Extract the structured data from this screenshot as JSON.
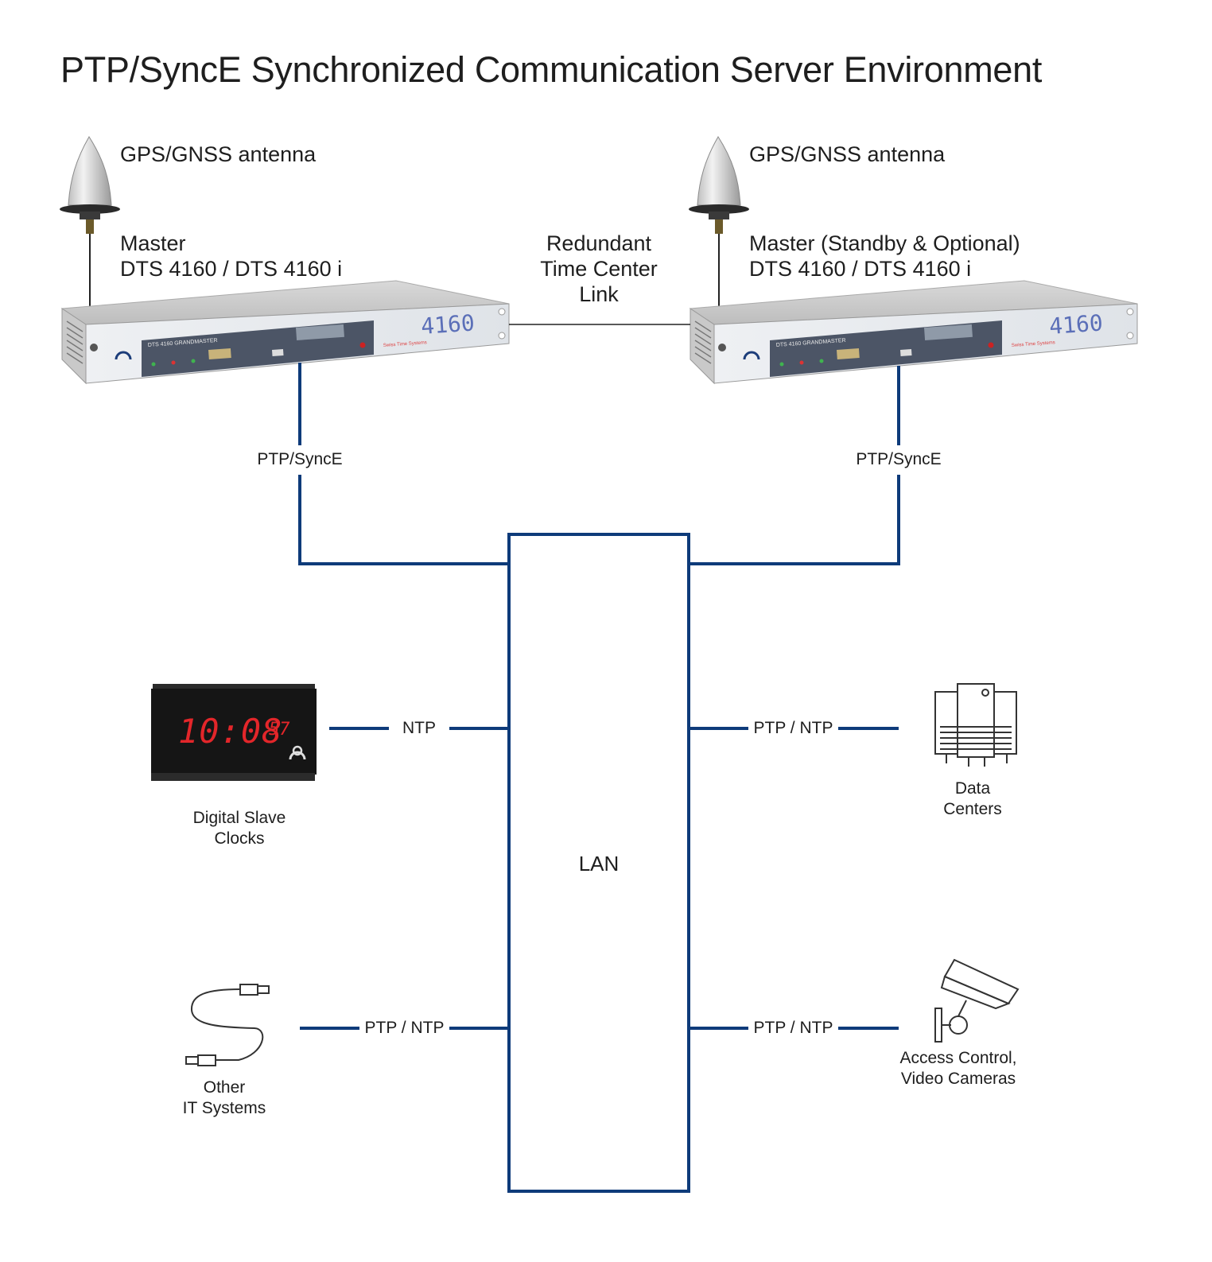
{
  "title": "PTP/SyncE Synchronized Communication Server Environment",
  "antenna_left": {
    "label": "GPS/GNSS antenna"
  },
  "antenna_right": {
    "label": "GPS/GNSS antenna"
  },
  "master_left": {
    "line1": "Master",
    "line2": "DTS 4160 / DTS 4160 i",
    "panel_label": "DTS 4160 GRANDMASTER",
    "display_digits": "4160",
    "brand_text": "Swiss Time Systems"
  },
  "master_right": {
    "line1": "Master (Standby & Optional)",
    "line2": "DTS 4160 / DTS 4160 i",
    "panel_label": "DTS 4160 GRANDMASTER",
    "display_digits": "4160",
    "brand_text": "Swiss Time Systems"
  },
  "redundant_link": {
    "line1": "Redundant",
    "line2": "Time Center",
    "line3": "Link"
  },
  "ptp_left": "PTP/SyncE",
  "ptp_right": "PTP/SyncE",
  "lan": "LAN",
  "clock": {
    "time": "10:08",
    "seconds": "57",
    "line1": "Digital Slave",
    "line2": "Clocks",
    "protocol": "NTP"
  },
  "datacenter": {
    "line1": "Data",
    "line2": "Centers",
    "protocol": "PTP / NTP"
  },
  "it_systems": {
    "line1": "Other",
    "line2": "IT Systems",
    "protocol": "PTP / NTP"
  },
  "cameras": {
    "line1": "Access Control,",
    "line2": "Video Cameras",
    "protocol": "PTP / NTP"
  },
  "colors": {
    "connection": "#0e3b7a",
    "display": "#e3262a",
    "panel": "#4c5566"
  }
}
